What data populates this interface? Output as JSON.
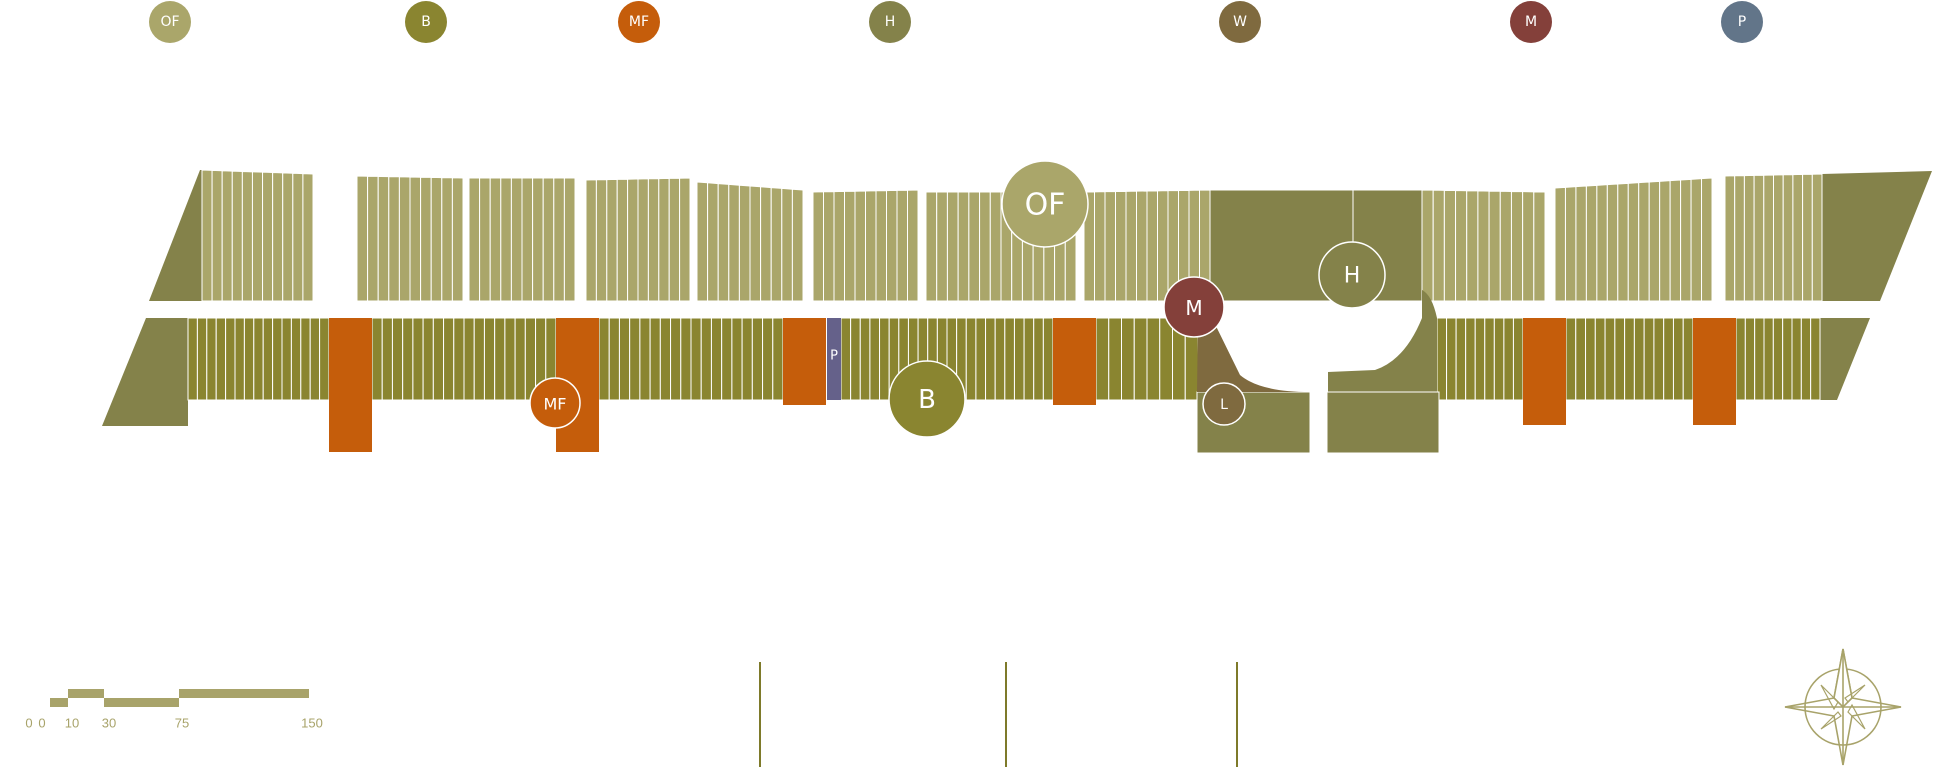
{
  "legend": [
    {
      "code": "OF",
      "color": "#aaa66a"
    },
    {
      "code": "B",
      "color": "#8a8530"
    },
    {
      "code": "MF",
      "color": "#c55d0b"
    },
    {
      "code": "H",
      "color": "#84824a"
    },
    {
      "code": "W",
      "color": "#7f6a3f"
    },
    {
      "code": "M",
      "color": "#84403a"
    },
    {
      "code": "P",
      "color": "#627589"
    }
  ],
  "map_labels": {
    "of": "OF",
    "h": "H",
    "m": "M",
    "mf": "MF",
    "p": "P",
    "b": "B",
    "l": "L"
  },
  "scale_bar": {
    "ticks": [
      "0",
      "0",
      "10",
      "30",
      "75",
      "150"
    ]
  },
  "colors": {
    "of_lot": "#aaa66a",
    "b_lot": "#8a8530",
    "h_area": "#84824a",
    "mf": "#c55d0b",
    "m": "#84403a",
    "w": "#7f6a3f",
    "p": "#65618a",
    "scale": "#a8a36a",
    "divider": "#7e7a2a"
  },
  "icons": {
    "compass": "compass-rose-icon"
  }
}
